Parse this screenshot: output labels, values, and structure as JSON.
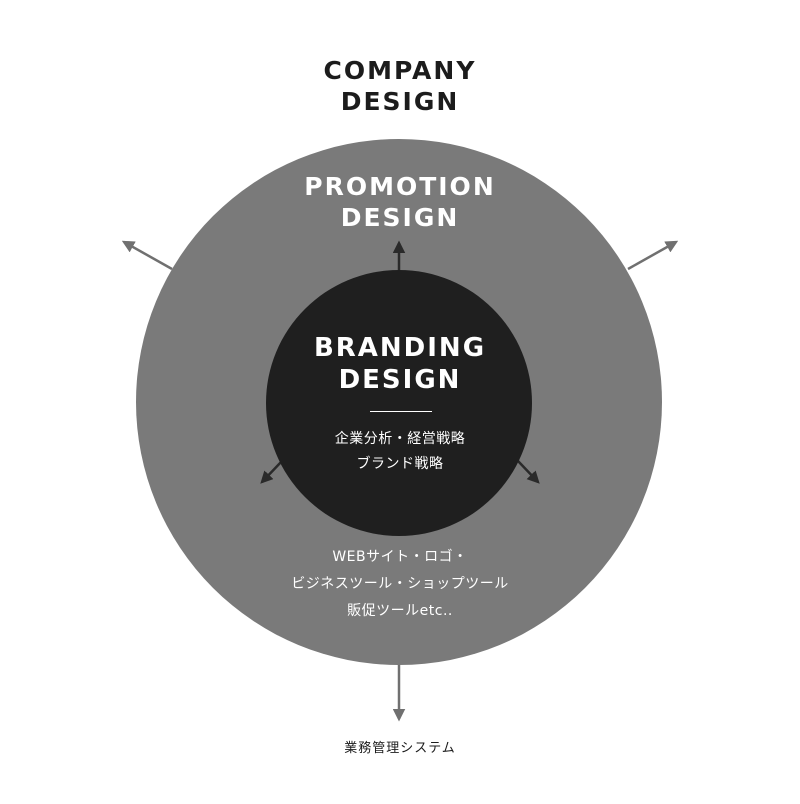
{
  "colors": {
    "outer_circle": "#7a7a7a",
    "inner_circle": "#1f1f1f",
    "arrow_gray": "#707070",
    "arrow_dark": "#2a2a2a",
    "text_dark": "#1c1c1c",
    "text_light": "#ffffff"
  },
  "company": {
    "title_lines": [
      "COMPANY",
      "DESIGN"
    ]
  },
  "promotion": {
    "title_lines": [
      "PROMOTION",
      "DESIGN"
    ],
    "desc_lines": [
      "WEBサイト・ロゴ・",
      "ビジネスツール・ショップツール",
      "販促ツールetc.."
    ]
  },
  "branding": {
    "title_lines": [
      "BRANDING",
      "DESIGN"
    ],
    "desc_lines": [
      "企業分析・経営戦略",
      "ブランド戦略"
    ]
  },
  "system": {
    "label": "業務管理システム"
  }
}
